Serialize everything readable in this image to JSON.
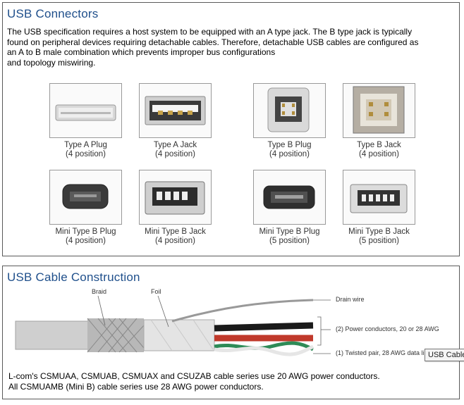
{
  "connectors_section": {
    "title": "USB Connectors",
    "intro_lines": [
      "The USB specification requires a host system to be equipped with an A type jack. The B type jack is typically",
      "found on peripheral devices requiring detachable cables. Therefore, detachable USB cables are configured as",
      "an A to B male combination which prevents improper bus configurations",
      "and topology miswiring."
    ],
    "connectors": [
      {
        "name": "Type A Plug",
        "position": "(4 position)",
        "icon": "usb-type-a-plug-icon"
      },
      {
        "name": "Type A Jack",
        "position": "(4 position)",
        "icon": "usb-type-a-jack-icon"
      },
      {
        "name": "Type B Plug",
        "position": "(4 position)",
        "icon": "usb-type-b-plug-icon"
      },
      {
        "name": "Type B Jack",
        "position": "(4 position)",
        "icon": "usb-type-b-jack-icon"
      },
      {
        "name": "Mini Type B Plug",
        "position": "(4 position)",
        "icon": "usb-mini-b-plug-icon"
      },
      {
        "name": "Mini Type B Jack",
        "position": "(4 position)",
        "icon": "usb-mini-b-jack-icon"
      },
      {
        "name": "Mini Type B Plug",
        "position": "(5 position)",
        "icon": "usb-mini-b-plug-icon"
      },
      {
        "name": "Mini Type B Jack",
        "position": "(5 position)",
        "icon": "usb-mini-b-jack-icon"
      }
    ]
  },
  "cable_section": {
    "title": "USB Cable Construction",
    "labels": {
      "braid": "Braid",
      "foil": "Foil",
      "drain_wire": "Drain wire",
      "power": "(2) Power conductors, 20 or 28 AWG",
      "twisted_pair": "(1) Twisted pair, 28 AWG data li"
    },
    "text_lines": [
      "L-com's CSMUAA, CSMUAB, CSMUAX and CSUZAB cable series use 20 AWG power conductors.",
      "All CSMUAMB (Mini B) cable series use 28 AWG power conductors."
    ]
  },
  "tooltip": "USB Cable",
  "colors": {
    "heading": "#1f4f8b",
    "wire_red": "#c0392b",
    "wire_black": "#1a1a1a",
    "wire_green": "#2e8b57"
  }
}
